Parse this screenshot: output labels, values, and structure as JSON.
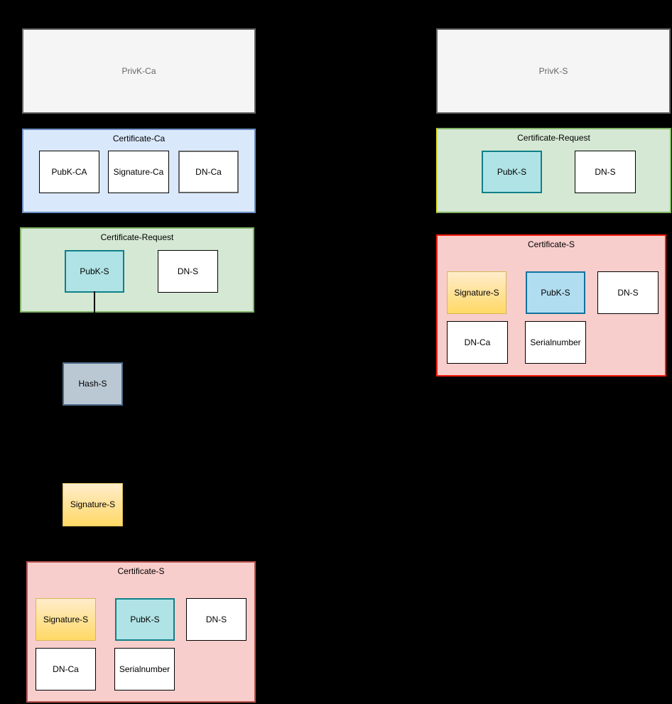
{
  "left": {
    "privk_label": "PrivK-Ca",
    "cert_ca_title": "Certificate-Ca",
    "cert_ca_pubk": "PubK-CA",
    "cert_ca_signature": "Signature-Ca",
    "cert_ca_dn": "DN-Ca",
    "cert_req_title": "Certificate-Request",
    "cert_req_pubk": "PubK-S",
    "cert_req_dn": "DN-S",
    "hash_label": "Hash-S",
    "signature_label": "Signature-S",
    "cert_s_title": "Certificate-S",
    "cert_s_signature": "Signature-S",
    "cert_s_pubk": "PubK-S",
    "cert_s_dn_s": "DN-S",
    "cert_s_dn_ca": "DN-Ca",
    "cert_s_serial": "Serialnumber"
  },
  "right": {
    "privk_label": "PrivK-S",
    "cert_req_title": "Certificate-Request",
    "cert_req_pubk": "PubK-S",
    "cert_req_dn": "DN-S",
    "cert_s_title": "Certificate-S",
    "cert_s_signature": "Signature-S",
    "cert_s_pubk": "PubK-S",
    "cert_s_dn_s": "DN-S",
    "cert_s_dn_ca": "DN-Ca",
    "cert_s_serial": "Serialnumber"
  },
  "colors": {
    "background": "#000000",
    "gray_fill": "#f5f5f5",
    "gray_border": "#666666",
    "gray_text": "#666666",
    "blue_fill": "#dae8fc",
    "blue_border": "#6c8ebf",
    "green_fill": "#d5e8d4",
    "green_border": "#82b366",
    "pink_fill": "#f8cecc",
    "pink_border": "#b85450",
    "pink_border_highlight": "#ff1a0a",
    "cyan_fill": "#b0e3e6",
    "cyan_border": "#0e8088",
    "skyblue_fill": "#b1ddf0",
    "skyblue_border": "#10739e",
    "yellow_fill_top": "#ffeccb",
    "yellow_fill": "#ffd966",
    "yellow_border": "#d6b656",
    "slate_fill": "#bac8d3",
    "slate_border": "#4a6a8a",
    "yellow_edge": "#e0e322",
    "connector": "#000000"
  }
}
